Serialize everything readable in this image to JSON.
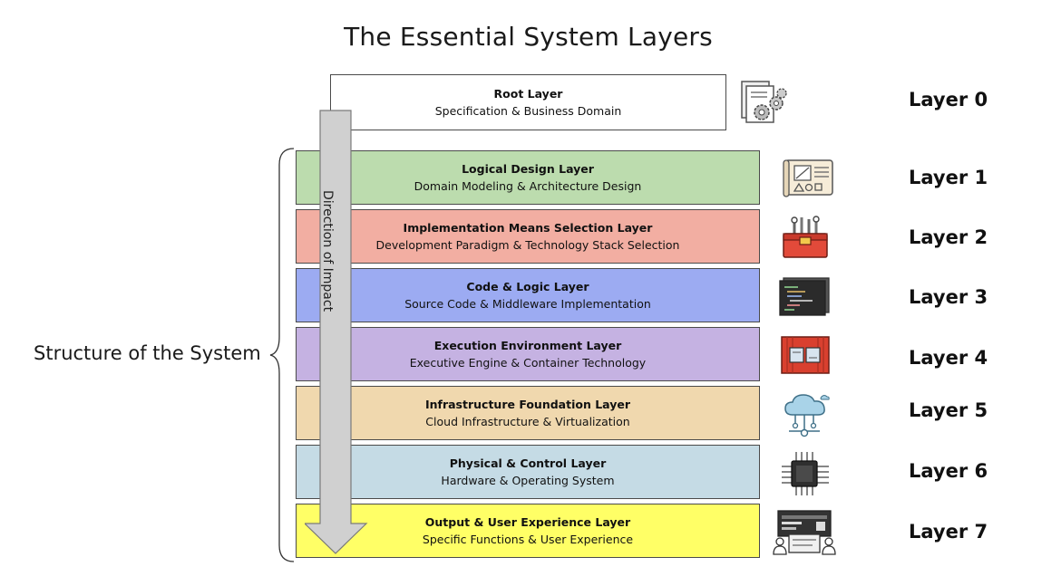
{
  "title": "The Essential System Layers",
  "structure_label": "Structure of the System",
  "arrow_label": "Direction of Impact",
  "root": {
    "title": "Root Layer",
    "subtitle": "Specification & Business Domain",
    "label": "Layer 0",
    "icon": "gears-document-icon"
  },
  "layers": [
    {
      "title": "Logical Design Layer",
      "subtitle": "Domain Modeling & Architecture Design",
      "label": "Layer 1",
      "color": "#bcdcae",
      "icon": "blueprint-icon"
    },
    {
      "title": "Implementation Means Selection Layer",
      "subtitle": "Development Paradigm & Technology Stack Selection",
      "label": "Layer 2",
      "color": "#f2aea2",
      "icon": "toolbox-icon"
    },
    {
      "title": "Code & Logic Layer",
      "subtitle": "Source Code & Middleware Implementation",
      "label": "Layer 3",
      "color": "#9cabf2",
      "icon": "code-editor-icon"
    },
    {
      "title": "Execution Environment Layer",
      "subtitle": "Executive Engine & Container Technology",
      "label": "Layer 4",
      "color": "#c5b2e2",
      "icon": "container-icon"
    },
    {
      "title": "Infrastructure Foundation Layer",
      "subtitle": "Cloud Infrastructure & Virtualization",
      "label": "Layer 5",
      "color": "#f0d8ae",
      "icon": "cloud-network-icon"
    },
    {
      "title": "Physical & Control Layer",
      "subtitle": "Hardware & Operating System",
      "label": "Layer 6",
      "color": "#c5dbe5",
      "icon": "chip-icon"
    },
    {
      "title": "Output & User Experience Layer",
      "subtitle": "Specific Functions & User Experience",
      "label": "Layer 7",
      "color": "#ffff66",
      "icon": "user-screen-icon"
    }
  ]
}
